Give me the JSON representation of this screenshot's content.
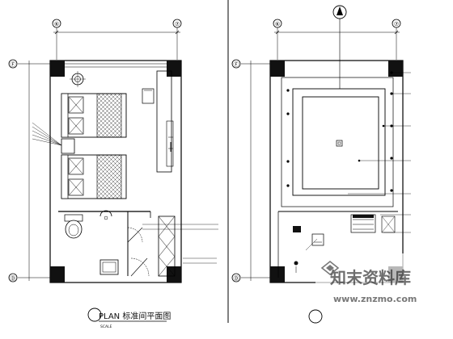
{
  "grid_bubbles": {
    "col_left": "⑥",
    "col_right": "⑦",
    "row_top": "Ⓕ",
    "row_bottom": "Ⓓ"
  },
  "floor_plan": {
    "title": "PLAN 标准间平面图",
    "scale": "SCALE"
  },
  "watermark": {
    "brand_cn": "知末资料库",
    "url": "www.znzmo.com"
  }
}
